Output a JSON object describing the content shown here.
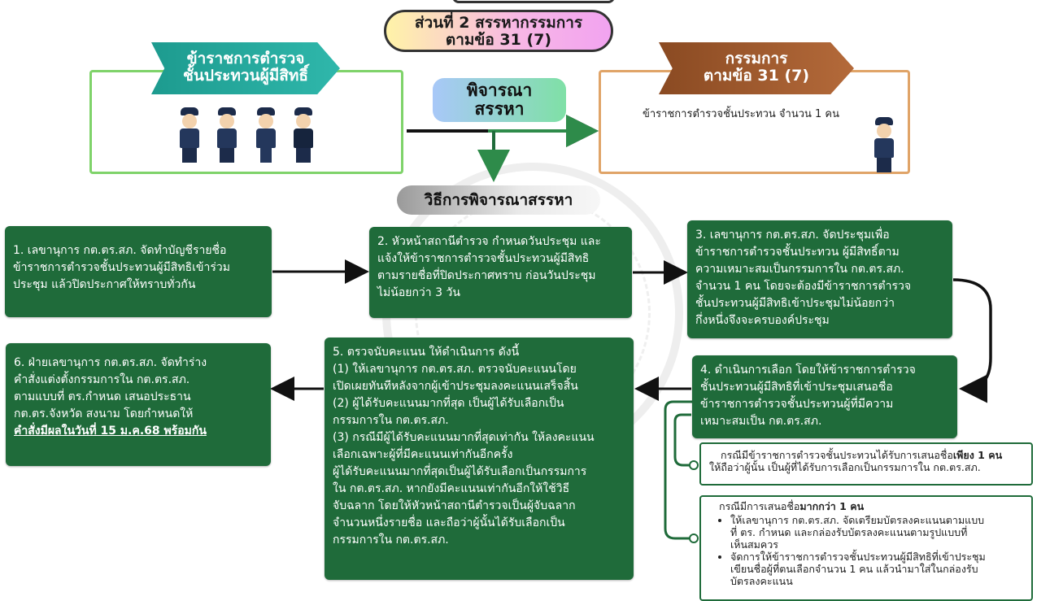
{
  "title": {
    "line1": "ส่วนที่ 2 สรรหากรรมการ",
    "line2": "ตามข้อ 31 (7)"
  },
  "left_panel": {
    "banner_line1": "ข้าราชการตำรวจ",
    "banner_line2": "ชั้นประทวนผู้มีสิทธิ์"
  },
  "right_panel": {
    "banner_line1": "กรรมการ",
    "banner_line2": "ตามข้อ 31 (7)",
    "text": "ข้าราชการตำรวจชั้นประทวน จำนวน 1 คน"
  },
  "consider": {
    "line1": "พิจารณา",
    "line2": "สรรหา"
  },
  "method_label": "วิธีการพิจารณาสรรหา",
  "steps": {
    "s1": [
      "1. เลขานุการ กต.ตร.สภ. จัดทำบัญชีรายชื่อ",
      "ข้าราชการตำรวจชั้นประทวนผู้มีสิทธิเข้าร่วม",
      "ประชุม แล้วปิดประกาศให้ทราบทั่วกัน"
    ],
    "s2": [
      "2. หัวหน้าสถานีตำรวจ กำหนดวันประชุม และ",
      "แจ้งให้ข้าราชการตำรวจชั้นประทวนผู้มีสิทธิ",
      "ตามรายชื่อที่ปิดประกาศทราบ ก่อนวันประชุม",
      "ไม่น้อยกว่า 3 วัน"
    ],
    "s3": [
      "3. เลขานุการ กต.ตร.สภ. จัดประชุมเพื่อ",
      "ข้าราชการตำรวจชั้นประทวน ผู้มีสิทธิ์ตาม",
      "ความเหมาะสมเป็นกรรมการใน กต.ตร.สภ.",
      "จำนวน 1 คน โดยจะต้องมีข้าราชการตำรวจ",
      "ชั้นประทวนผู้มีสิทธิเข้าประชุมไม่น้อยกว่า",
      "กึ่งหนึ่งจึงจะครบองค์ประชุม"
    ],
    "s4": [
      "4. ดำเนินการเลือก โดยให้ข้าราชการตำรวจ",
      "ชั้นประทวนผู้มีสิทธิที่เข้าประชุมเสนอชื่อ",
      "ข้าราชการตำรวจชั้นประทวนผู้ที่มีความ",
      "เหมาะสมเป็น กต.ตร.สภ."
    ],
    "s5": [
      "5. ตรวจนับคะแนน ให้ดำเนินการ ดังนี้",
      "  (1) ให้เลขานุการ กต.ตร.สภ. ตรวจนับคะแนนโดย",
      "เปิดเผยทันทีหลังจากผู้เข้าประชุมลงคะแนนเสร็จสิ้น",
      "  (2) ผู้ได้รับคะแนนมากที่สุด เป็นผู้ได้รับเลือกเป็น",
      "กรรมการใน กต.ตร.สภ.",
      "  (3) กรณีมีผู้ได้รับคะแนนมากที่สุดเท่ากัน ให้ลงคะแนน",
      "เลือกเฉพาะผู้ที่มีคะแนนเท่ากันอีกครั้ง",
      "  ผู้ได้รับคะแนนมากที่สุดเป็นผู้ได้รับเลือกเป็นกรรมการ",
      "ใน กต.ตร.สภ. หากยังมีคะแนนเท่ากันอีกให้ใช้วิธี",
      "จับฉลาก โดยให้หัวหน้าสถานีตำรวจเป็นผู้จับฉลาก",
      "จำนวนหนึ่งรายชื่อ และถือว่าผู้นั้นได้รับเลือกเป็น",
      "กรรมการใน กต.ตร.สภ."
    ],
    "s6": [
      "6. ฝ่ายเลขานุการ กต.ตร.สภ. จัดทำร่าง",
      "คำสั่งแต่งตั้งกรรมการใน กต.ตร.สภ.",
      "ตามแบบที่ ตร.กำหนด เสนอประธาน",
      "กต.ตร.จังหวัด สงนาม โดยกำหนดให้"
    ],
    "s6_bold": "คำสั่งมีผลในวันที่ 15 ม.ค.68 พร้อมกัน"
  },
  "case1": {
    "prefix": "กรณีมีข้าราชการตำรวจชั้นประทวนได้รับการเสนอชื่อ",
    "bold": "เพียง 1 คน",
    "line2": "ให้ถือว่าผู้นั้น เป็นผู้ที่ได้รับการเลือกเป็นกรรมการใน กต.ตร.สภ."
  },
  "case2": {
    "prefix": "กรณีมีการเสนอชื่อ",
    "bold": "มากกว่า 1 คน",
    "bullet1": [
      "ให้เลขานุการ กต.ตร.สภ. จัดเตรียมบัตรลงคะแนนตามแบบ",
      "ที่ ตร. กำหนด และกล่องรับบัตรลงคะแนนตามรูปแบบที่",
      "เห็นสมควร"
    ],
    "bullet2": [
      "จัดการให้ข้าราชการตำรวจชั้นประทวนผู้มีสิทธิที่เข้าประชุม",
      "เขียนชื่อผู้ที่ตนเลือกจำนวน 1 คน แล้วนำมาใส่ในกล่องรับ",
      "บัตรลงคะแนน"
    ]
  },
  "colors": {
    "step_green": "#1f6b3a",
    "left_border": "#7fd36a",
    "right_border": "#e0a468",
    "arrow_green": "#1f6b3a"
  }
}
